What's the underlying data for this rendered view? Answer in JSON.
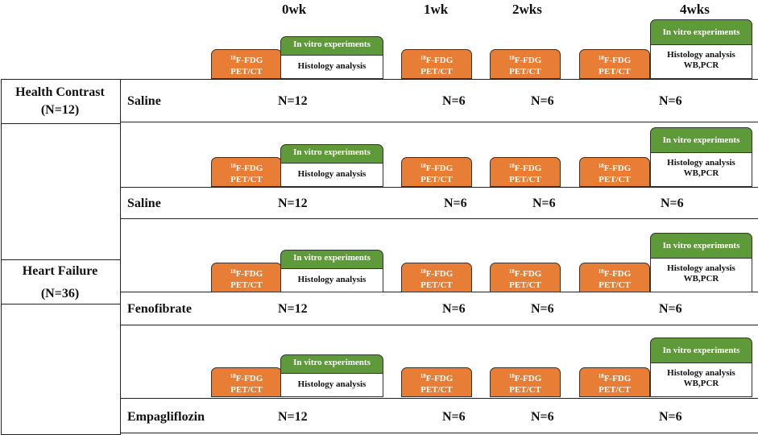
{
  "timepoints": [
    "0wk",
    "1wk",
    "2wks",
    "4wks"
  ],
  "petct_label_sup": "18",
  "petct_label_main": "F-FDG",
  "petct_label_line2": "PET/CT",
  "vitro_label": "In vitro experiments",
  "histology_label": "Histology analysis",
  "histology_4wk_line1": "Histology analysis",
  "histology_4wk_line2": "WB,PCR",
  "groups": [
    {
      "name": "Health Contrast",
      "n": "(N=12)"
    },
    {
      "name": "Heart Failure",
      "n": "(N=36)"
    }
  ],
  "rows": [
    {
      "name": "Saline",
      "n0": "N=12",
      "n1": "N=6",
      "n2": "N=6",
      "n4": "N=6"
    },
    {
      "name": "Saline",
      "n0": "N=12",
      "n1": "N=6",
      "n2": "N=6",
      "n4": "N=6"
    },
    {
      "name": "Fenofibrate",
      "n0": "N=12",
      "n1": "N=6",
      "n2": "N=6",
      "n4": "N=6"
    },
    {
      "name": "Empagliflozin",
      "n0": "N=12",
      "n1": "N=6",
      "n2": "N=6",
      "n4": "N=6"
    }
  ],
  "colors": {
    "petct": "#e87d35",
    "vitro": "#5f9a3a"
  }
}
